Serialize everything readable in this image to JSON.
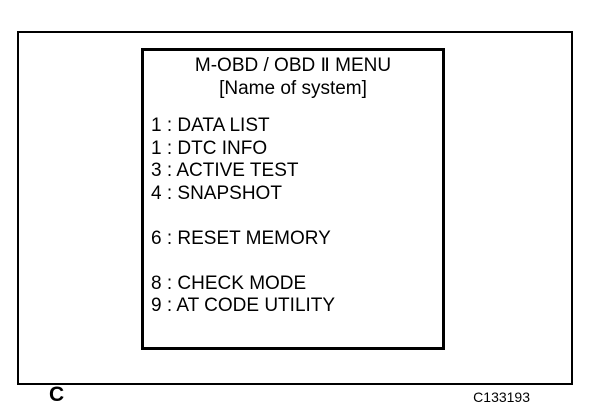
{
  "colors": {
    "ink": "#000000",
    "paper": "#ffffff"
  },
  "figure": {
    "panel_label": "C",
    "figure_code": "C133193"
  },
  "screen": {
    "title": "M-OBD / OBD Ⅱ MENU",
    "subtitle": "[Name of system]",
    "menu_items": [
      "1 : DATA LIST",
      "1 : DTC INFO",
      "3 : ACTIVE TEST",
      "4 : SNAPSHOT",
      "6 : RESET MEMORY",
      "8 : CHECK MODE",
      "9 : AT CODE UTILITY"
    ]
  }
}
